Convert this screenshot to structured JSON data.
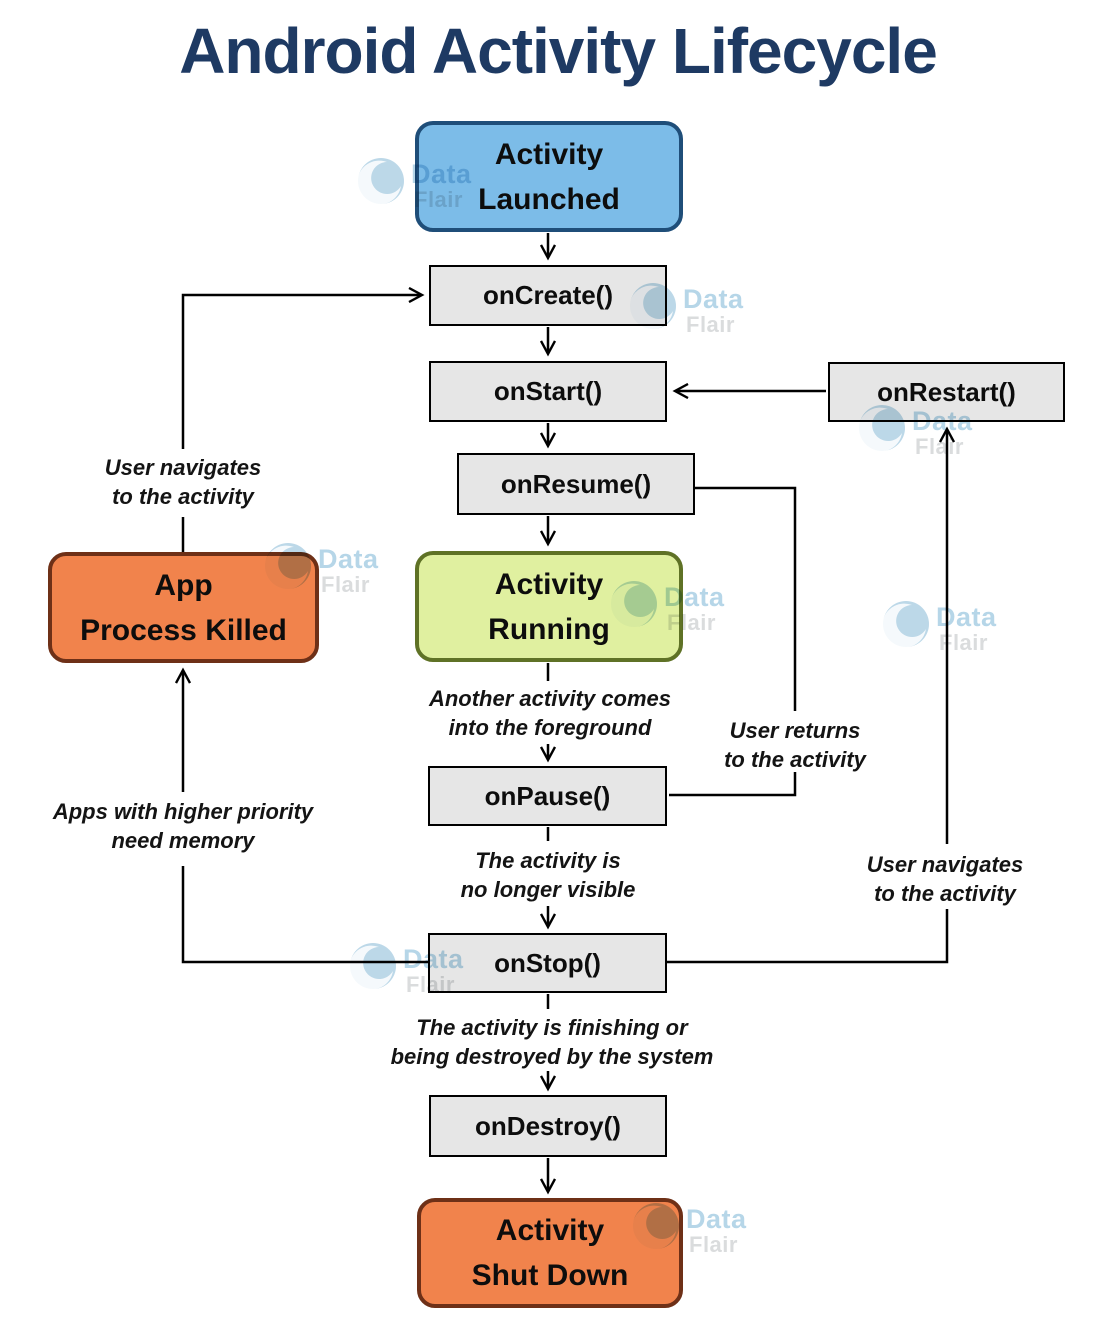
{
  "title": "Android Activity Lifecycle",
  "watermark": {
    "line1": "Data",
    "line2": "Flair"
  },
  "nodes": {
    "activity_launched": "Activity\nLaunched",
    "on_create": "onCreate()",
    "on_start": "onStart()",
    "on_restart": "onRestart()",
    "on_resume": "onResume()",
    "activity_running": "Activity\nRunning",
    "app_process_killed": "App\nProcess Killed",
    "on_pause": "onPause()",
    "on_stop": "onStop()",
    "on_destroy": "onDestroy()",
    "activity_shut_down": "Activity\nShut Down"
  },
  "edge_labels": {
    "user_navigates_left": "User navigates\nto the activity",
    "another_activity": "Another activity comes\ninto the foreground",
    "user_returns": "User returns\nto the activity",
    "apps_higher_priority": "Apps with higher priority\nneed memory",
    "no_longer_visible": "The activity is\nno longer visible",
    "user_navigates_right": "User navigates\nto the activity",
    "finishing_destroyed": "The activity is finishing or\nbeing destroyed by the system"
  },
  "colors": {
    "title": "#1e3a63",
    "launched_fill": "#7cbce8",
    "launched_border": "#1f4e79",
    "running_fill": "#e0f0a0",
    "running_border": "#5f7226",
    "killed_fill": "#f1834c",
    "killed_border": "#6e3017",
    "method_fill": "#e6e6e6",
    "method_border": "#000000",
    "line": "#000000"
  }
}
